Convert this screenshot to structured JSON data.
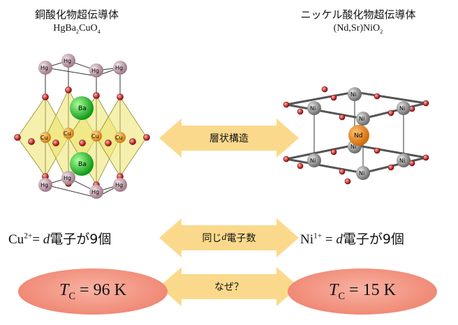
{
  "left": {
    "title": "銅酸化物超伝導体",
    "formula": {
      "p1": "HgBa",
      "s1": "2",
      "p2": "CuO",
      "s2": "4"
    },
    "atoms": {
      "top": "Hg",
      "mid": "Cu",
      "ba": "Ba"
    },
    "electron": {
      "ion": "Cu",
      "charge": "2+",
      "eq": "= ",
      "d": "d",
      "text": "電子が9個"
    },
    "tc": {
      "t": "T",
      "sub": "C",
      "value": " = 96 K"
    }
  },
  "right": {
    "title": "ニッケル酸化物超伝導体",
    "formula": {
      "p1": "(Nd,Sr)NiO",
      "s1": "2"
    },
    "atoms": {
      "ni": "Ni",
      "nd": "Nd"
    },
    "electron": {
      "ion": "Ni",
      "charge": "1+",
      "eq": " = ",
      "d": "d",
      "text": "電子が9個"
    },
    "tc": {
      "t": "T",
      "sub": "C",
      "value": " = 15 K"
    }
  },
  "arrows": {
    "a1": "層状構造",
    "a2": {
      "pre": "同じ ",
      "d": "d",
      "post": " 電子数"
    },
    "a3": "なぜ？"
  },
  "colors": {
    "arrow": "#fbd98c",
    "ellipse": "#f08a76",
    "hg": "#c8a2b2",
    "ba": "#2fd13a",
    "cu": "#f0a020",
    "oxygen": "#d40000",
    "octahedron": "#e8e08a",
    "ni": "#8a8a8a",
    "nd": "#f08a14"
  }
}
